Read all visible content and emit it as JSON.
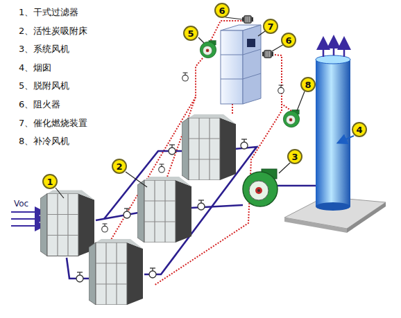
{
  "diagram": {
    "nodes": [
      {
        "text": [
          "6"
        ]
      },
      {
        "text": [
          "7"
        ]
      },
      {
        "text": [
          "5"
        ]
      },
      {
        "text": [
          "6"
        ]
      },
      {
        "text": [
          "8"
        ]
      },
      {
        "text": [
          "4"
        ]
      },
      {
        "text": [
          "3"
        ]
      },
      {
        "text": [
          "2"
        ]
      },
      {
        "text": [
          "1"
        ]
      }
    ],
    "labels": [
      "1、干式过滤器",
      "2、活性炭吸附床",
      "3、系统风机",
      "4、烟囱",
      "5、脱附风机",
      "6、阻火器",
      "7、催化燃烧装置",
      "8、补冷风机",
      "Voc"
    ]
  }
}
